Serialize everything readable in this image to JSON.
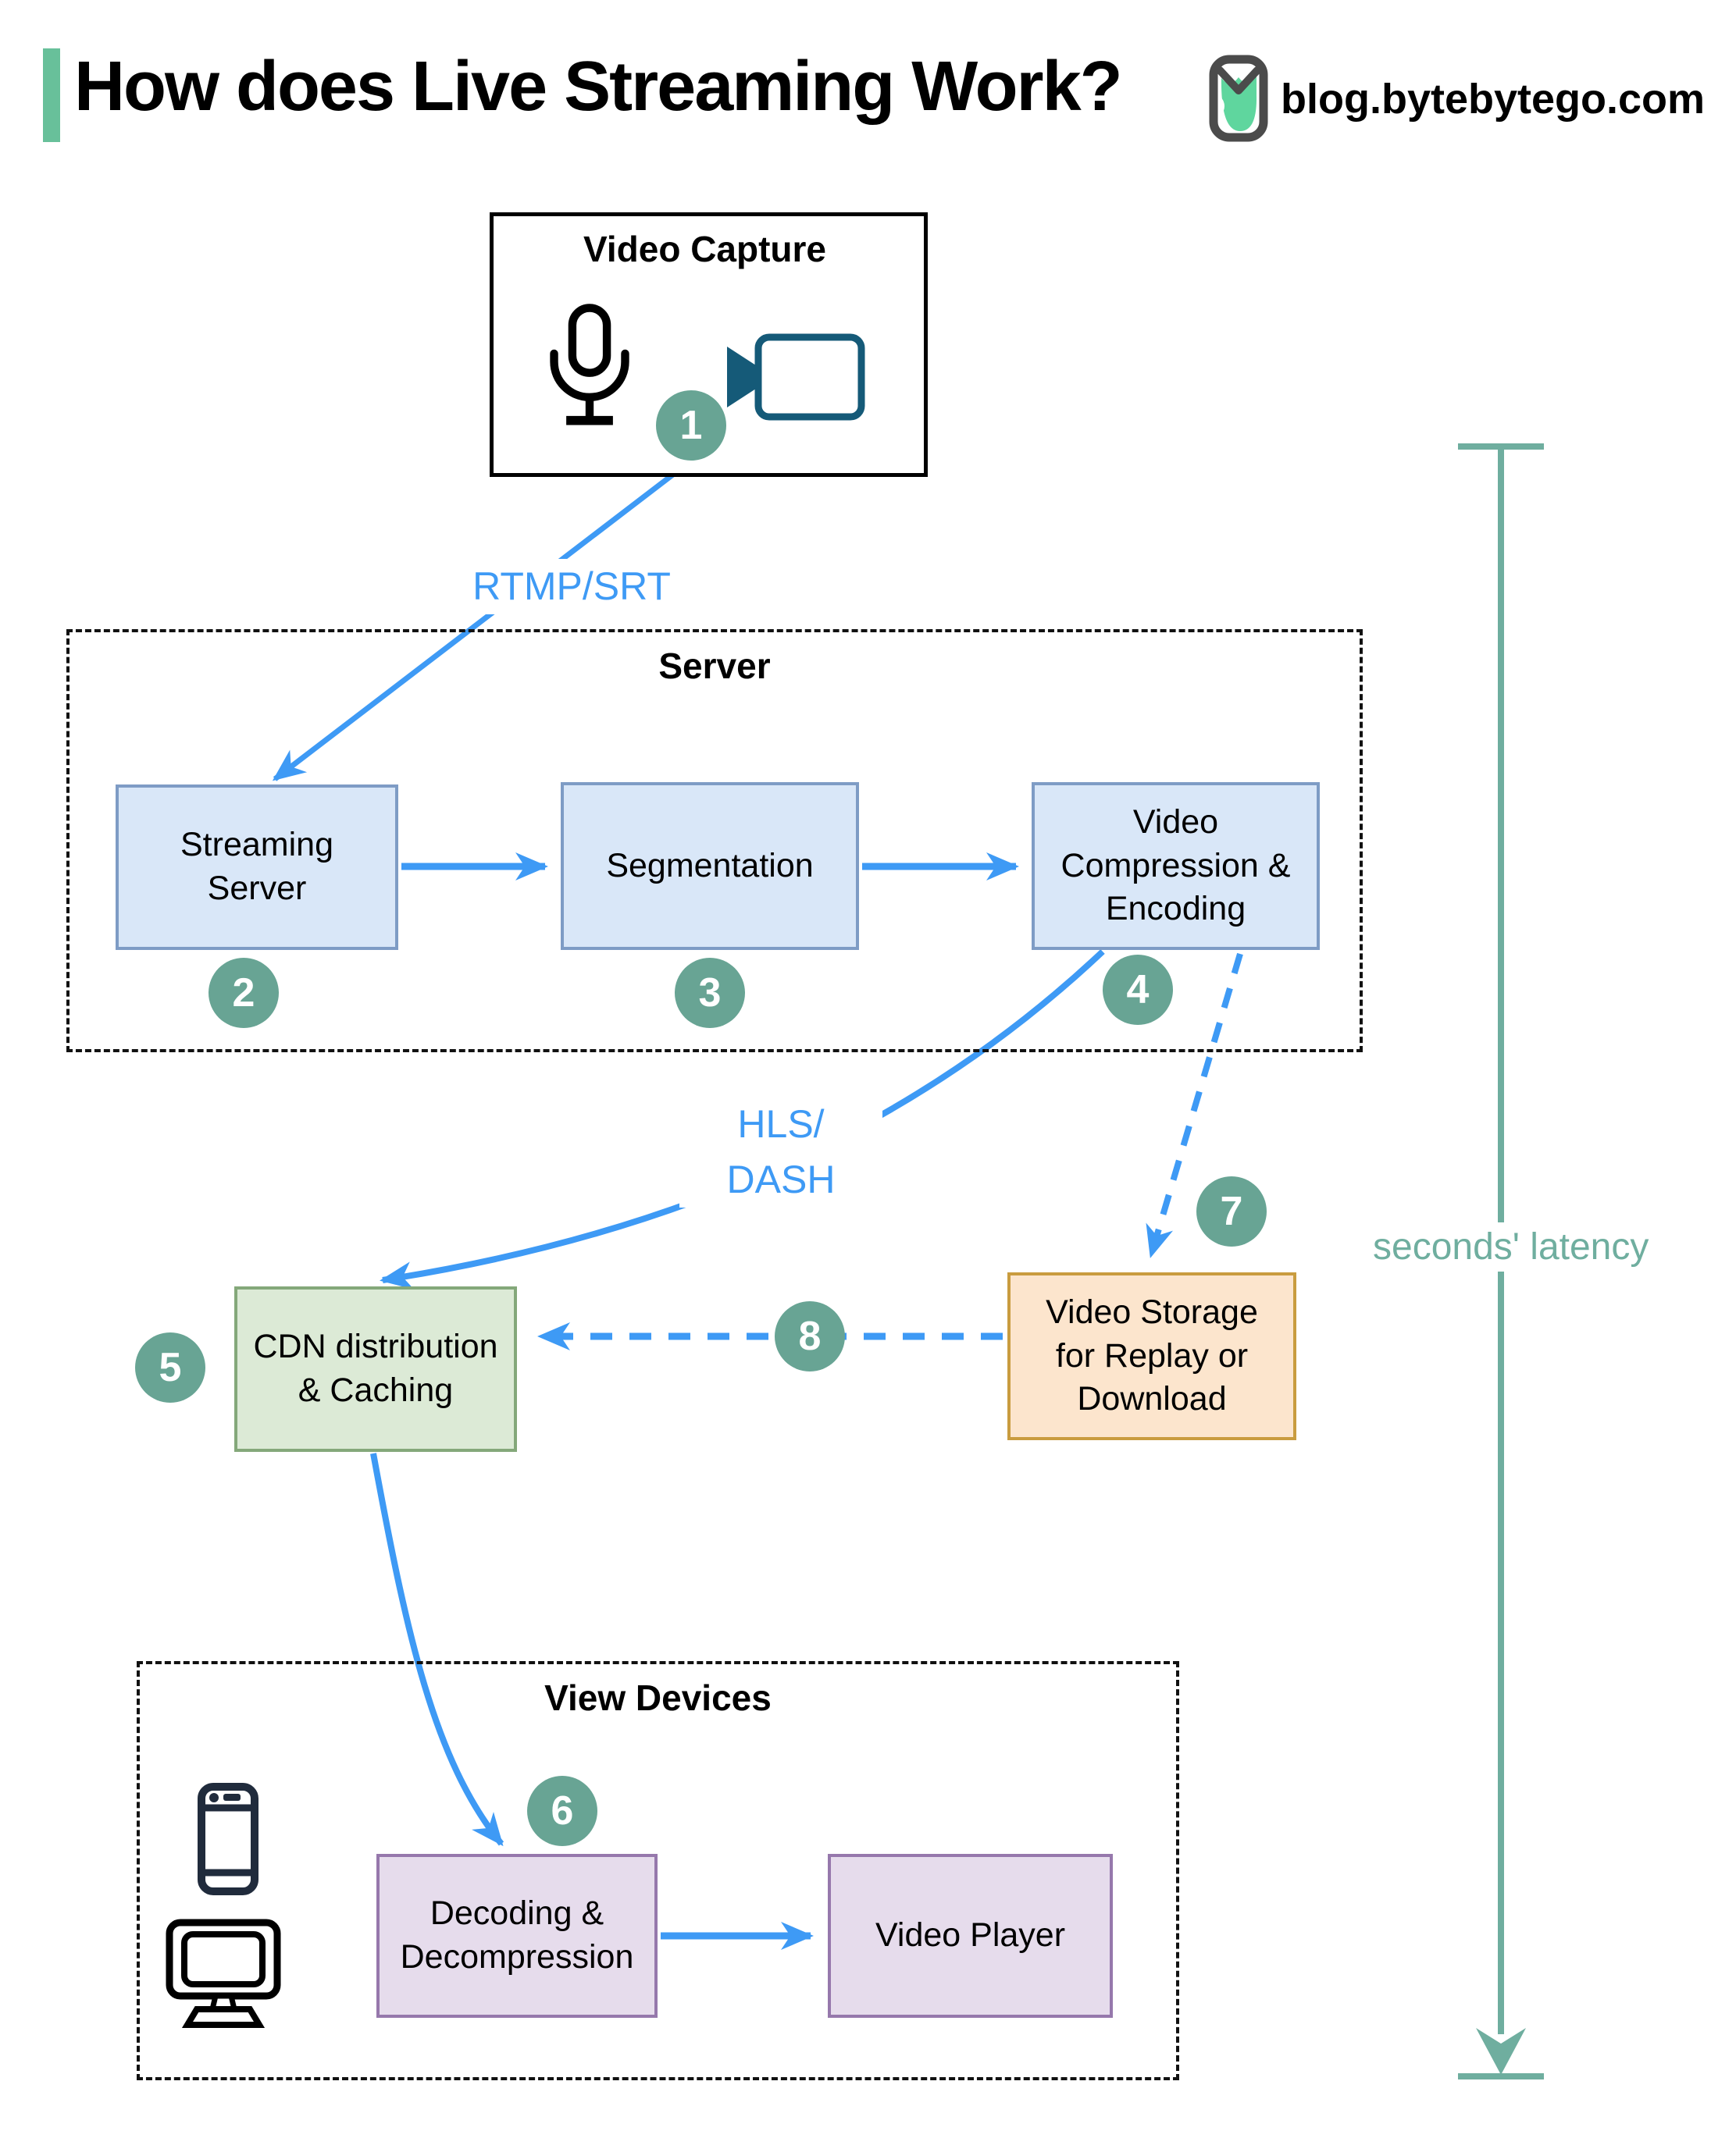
{
  "header": {
    "title": "How does Live Streaming Work?",
    "site": "blog.bytebytego.com"
  },
  "groups": {
    "server": {
      "title": "Server"
    },
    "view_devices": {
      "title": "View Devices"
    }
  },
  "nodes": {
    "video_capture": {
      "title": "Video Capture"
    },
    "streaming_server": {
      "label": "Streaming\nServer"
    },
    "segmentation": {
      "label": "Segmentation"
    },
    "video_compression": {
      "label": "Video\nCompression &\nEncoding"
    },
    "cdn": {
      "label": "CDN distribution\n& Caching"
    },
    "video_storage": {
      "label": "Video Storage\nfor Replay or\nDownload"
    },
    "decoding": {
      "label": "Decoding &\nDecompression"
    },
    "video_player": {
      "label": "Video Player"
    }
  },
  "steps": {
    "s1": "1",
    "s2": "2",
    "s3": "3",
    "s4": "4",
    "s5": "5",
    "s6": "6",
    "s7": "7",
    "s8": "8"
  },
  "edge_labels": {
    "rtmp": "RTMP/SRT",
    "hls": "HLS/\nDASH",
    "latency": "seconds' latency"
  },
  "icons": {
    "logo": "bytebytego-bird-icon",
    "microphone": "microphone-icon",
    "camera": "video-camera-icon",
    "phone": "smartphone-icon",
    "monitor": "desktop-monitor-icon"
  },
  "colors": {
    "arrow_blue": "#3E9AF5",
    "badge_teal": "#68A494",
    "latency_teal": "#6FAE9F",
    "accent_green": "#68C09A",
    "logo_green": "#5FD69E",
    "box_blue_fill": "#D9E7F8",
    "box_blue_border": "#7E9CC5",
    "box_green_fill": "#DCEAD6",
    "box_green_border": "#84A87A",
    "box_orange_fill": "#FCE5CD",
    "box_orange_border": "#C99C3F",
    "box_purple_fill": "#E6DCEC",
    "box_purple_border": "#9678AC"
  }
}
